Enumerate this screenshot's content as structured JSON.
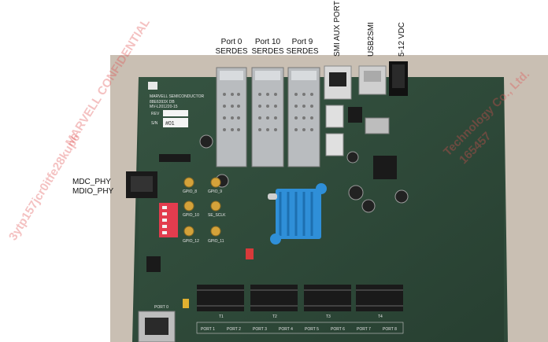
{
  "labels": {
    "port0": [
      "Port 0",
      "SERDES"
    ],
    "port10": [
      "Port 10",
      "SERDES"
    ],
    "port9": [
      "Port 9",
      "SERDES"
    ],
    "smi_aux": "SMI AUX PORT",
    "usb2smi": "USB2SMI",
    "vdc": "5-12 VDC",
    "mdc": [
      "MDC_PHY",
      "MDIO_PHY"
    ]
  },
  "board": {
    "brand": "MARVELL SEMICONDUCTOR",
    "model": "88E6393X DB",
    "pn": "MV-L201220-15",
    "rev": "REV",
    "sn_label": "S/N",
    "sn_value": "#01",
    "gpio": [
      "GPIO_8",
      "GPIO_9",
      "GPIO_10",
      "SE_SCLK",
      "GPIO_12",
      "GPIO_11"
    ],
    "bottom_ports": [
      "PORT 1",
      "PORT 2",
      "PORT 3",
      "PORT 4",
      "PORT 5",
      "PORT 6",
      "PORT 7",
      "PORT 8"
    ],
    "port_0": "PORT 0",
    "chips": [
      "T1",
      "T2",
      "T3",
      "T4"
    ]
  },
  "watermark": [
    "3ytp157jcr0itfe28kup6",
    "MARVELL CONFIDENTIAL",
    "Technology Co., Ltd.",
    "165457"
  ],
  "colors": {
    "pcb": "#2f4a3a",
    "heatsink": "#2f8fd8",
    "chip": "#1a1a1a"
  }
}
